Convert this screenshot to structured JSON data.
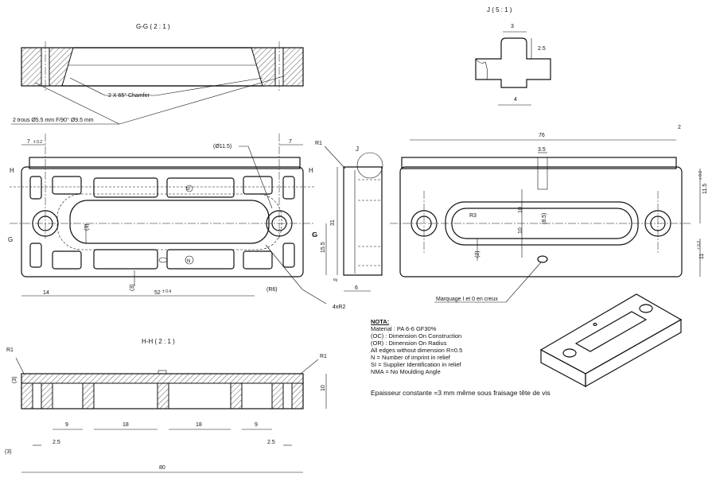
{
  "views": {
    "gg": {
      "title": "G-G ( 2 : 1 )",
      "chamfer": "2 X 65° Chamfer",
      "holes": "2 trous Ø5.5 mm F/90° Ø9.5 mm"
    },
    "j": {
      "title": "J ( 5 : 1 )",
      "w_top": "3",
      "h": "2.5",
      "w_bot": "4"
    },
    "hh": {
      "title": "H-H ( 2 : 1 )",
      "r_left": "R1",
      "r_right": "R1",
      "d3a": "(3)",
      "d3b": "(3)",
      "d10": "10",
      "d9a": "9",
      "d18a": "18",
      "d18b": "18",
      "d9b": "9",
      "d25a": "2.5",
      "d25b": "2.5",
      "d80": "80"
    }
  },
  "front": {
    "d7a": "7",
    "tol7": "± 0.2",
    "d7b": "7",
    "phi115": "(Ø11.5)",
    "lbl_h1": "H",
    "lbl_h2": "H",
    "lbl_g1": "G",
    "lbl_g2": "G",
    "d3": "(3)",
    "d3b": "(3)",
    "d14": "14",
    "d52": "52",
    "tol52": "± 0.4",
    "r6": "(R6)",
    "r2": "4xR2",
    "mark_si": "SI",
    "mark_n": "N"
  },
  "side": {
    "r1": "R1",
    "j": "J",
    "d31": "31",
    "d155": "15.5",
    "d5": "5",
    "d6": "6",
    "dg": "G"
  },
  "back": {
    "d76": "76",
    "d2": "2",
    "d35": "3.5",
    "r3": "R3",
    "d10a": "10",
    "d10b": "10",
    "d85": "(8.5)",
    "d2p": "(2)",
    "d115": "11.5",
    "tol115": "± 0.2",
    "d11": "11",
    "tol11": "± 0.2",
    "marquage": "Marquage I et 0 en creux"
  },
  "notes": {
    "title": "NOTA:",
    "lines": [
      "Material : PA 6-6 GF30%",
      "(OC) : Dimension On Construction",
      "(OR) : Dimension On Radius",
      "All edges without dimension R=0.5",
      "N = Number of imprint in relief",
      "SI = Supplier Identification in relief",
      "NMA = No Moulding Angle"
    ]
  },
  "epaisseur": "Epaisseur constante =3 mm même sous fraisage tête de vis"
}
